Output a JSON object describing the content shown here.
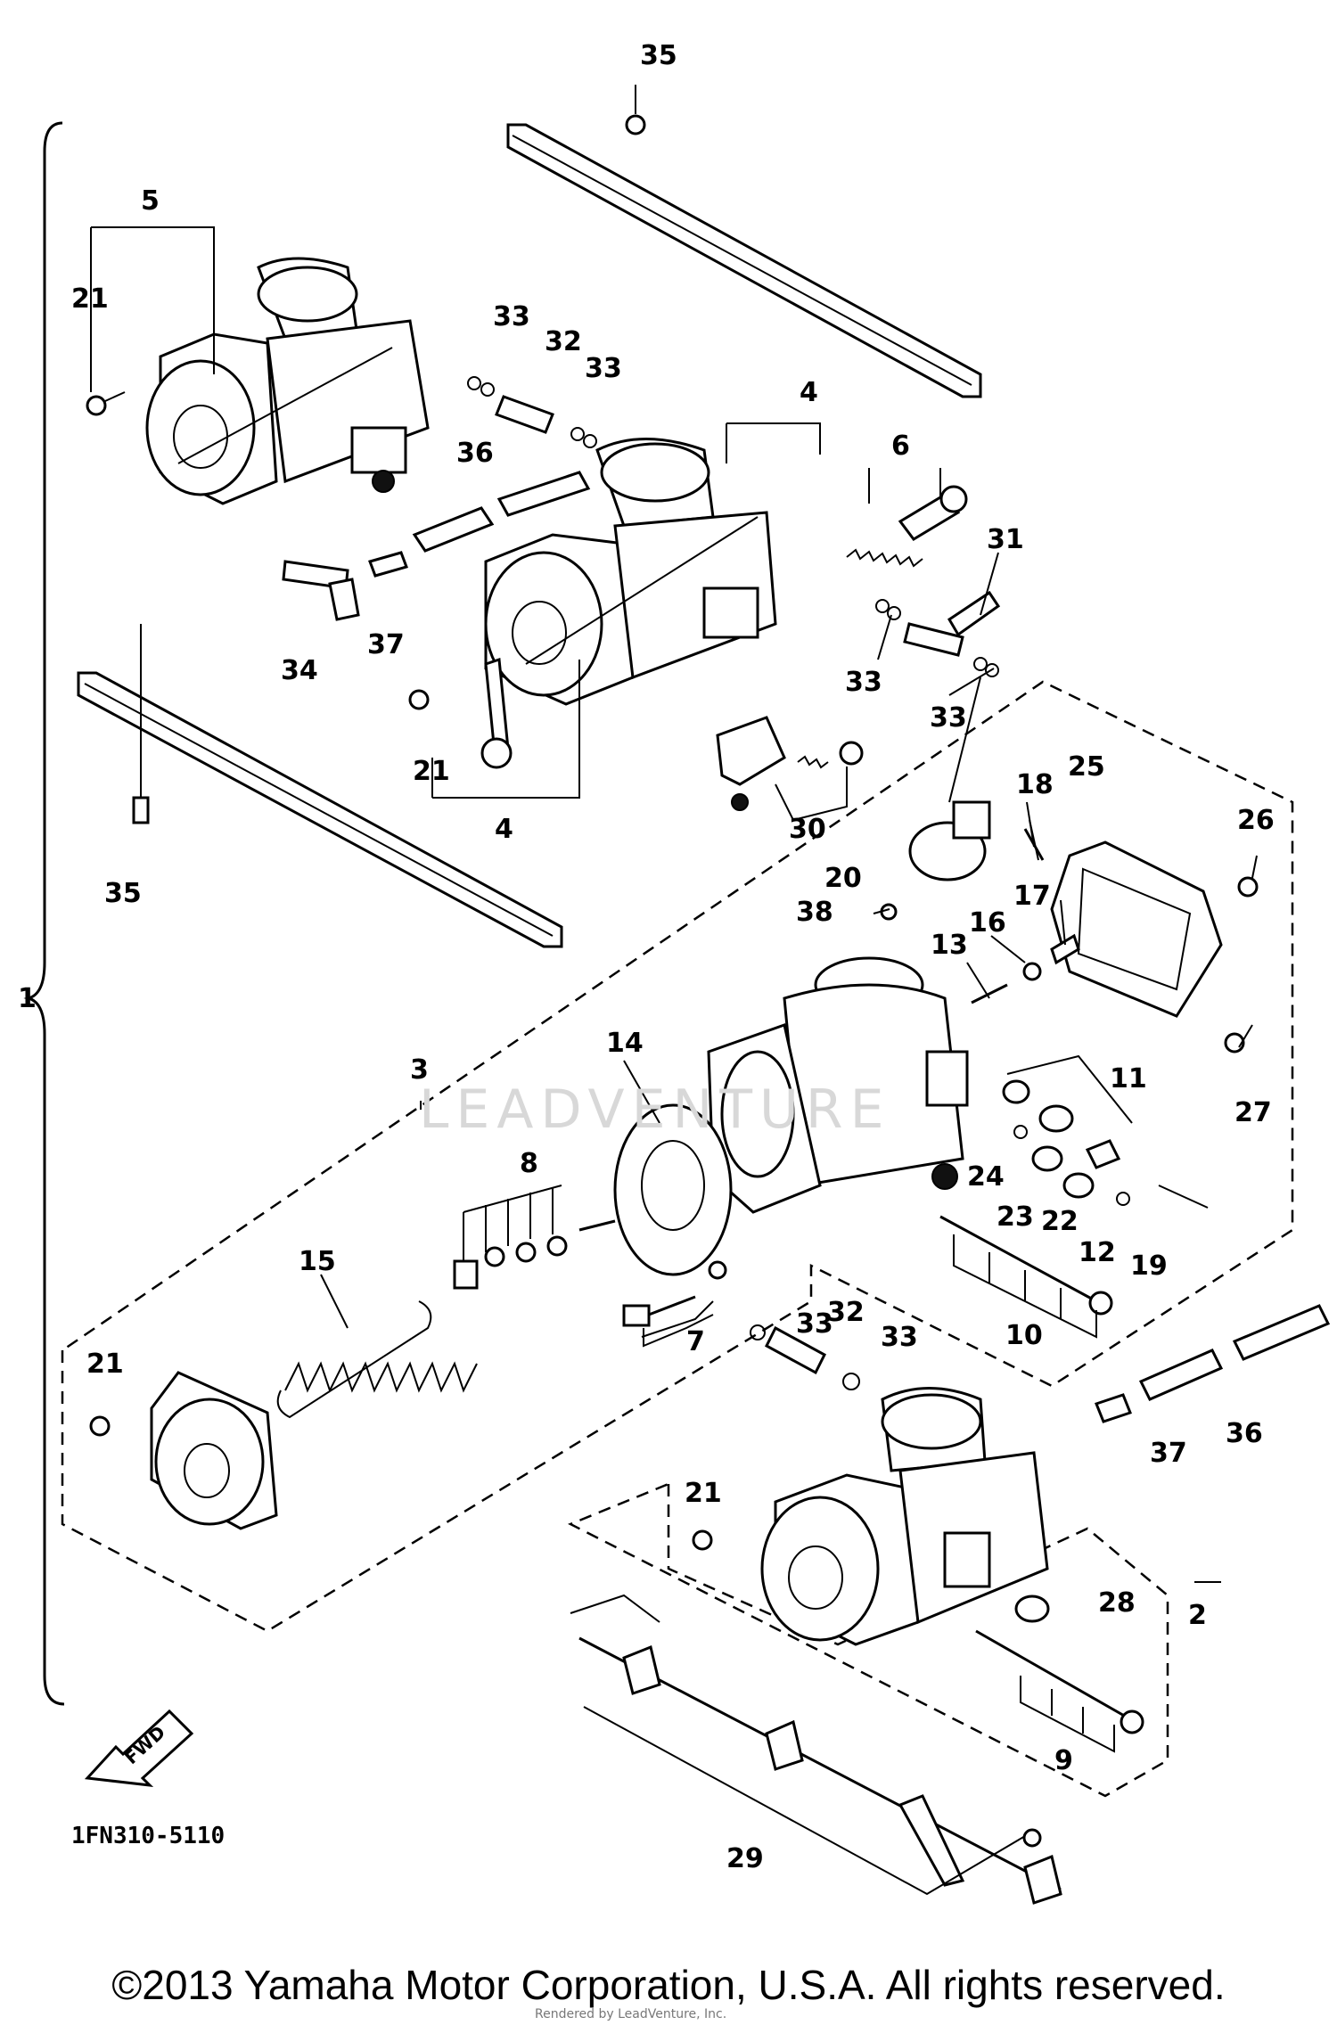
{
  "diagram": {
    "drawing_code": "1FN310-5110",
    "copyright": "©2013 Yamaha Motor Corporation, U.S.A. All rights reserved.",
    "render_note": "Rendered by LeadVenture, Inc.",
    "watermark": "LEADVENTURE",
    "direction_marker": "FWD",
    "callouts": [
      "35",
      "5",
      "21",
      "33",
      "32",
      "33",
      "36",
      "4",
      "6",
      "31",
      "34",
      "37",
      "33",
      "33",
      "21",
      "4",
      "30",
      "35",
      "18",
      "25",
      "26",
      "20",
      "38",
      "16",
      "17",
      "13",
      "1",
      "3",
      "14",
      "11",
      "27",
      "8",
      "24",
      "23",
      "22",
      "12",
      "19",
      "15",
      "33",
      "32",
      "33",
      "7",
      "10",
      "21",
      "36",
      "37",
      "21",
      "28",
      "2",
      "9",
      "29"
    ]
  }
}
